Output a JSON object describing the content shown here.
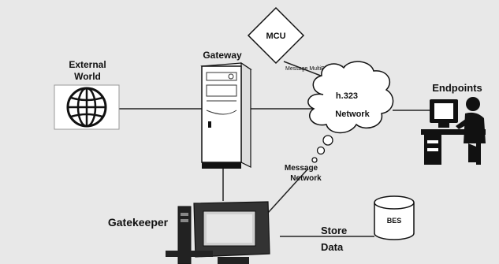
{
  "labels": {
    "external_world_line1": "External",
    "external_world_line2": "World",
    "gateway": "Gateway",
    "mcu": "MCU",
    "mcu_link": "Message MultiPoint Calls",
    "network_line1": "h.323",
    "network_line2": "Network",
    "endpoints": "Endpoints",
    "message_network_line1": "Message",
    "message_network_line2": "Network",
    "gatekeeper": "Gatekeeper",
    "store_data_line1": "Store",
    "store_data_line2": "Data",
    "bes": "BES"
  },
  "icons": {
    "external_world": "globe-icon",
    "gateway": "server-tower-icon",
    "network": "cloud-icon",
    "mcu": "diamond-icon",
    "endpoints": "user-at-desk-icon",
    "gatekeeper": "computer-icon",
    "bes": "database-cylinder-icon"
  },
  "colors": {
    "background": "#e8e8e8",
    "line": "#222222",
    "dark_fill": "#111111",
    "light_fill": "#ffffff"
  }
}
